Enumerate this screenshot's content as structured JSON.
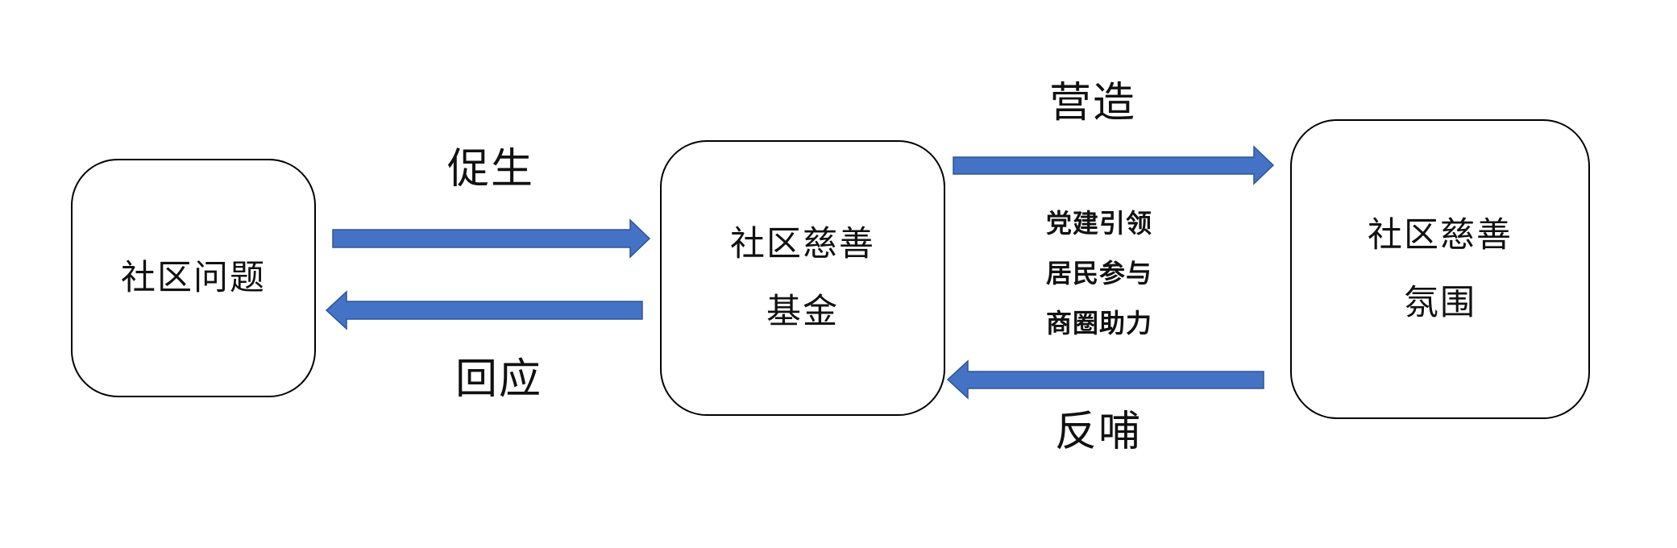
{
  "nodes": {
    "problem": {
      "lines": [
        "社区问题"
      ]
    },
    "fund": {
      "lines": [
        "社区慈善",
        "基金"
      ]
    },
    "atmosphere": {
      "lines": [
        "社区慈善",
        "氛围"
      ]
    }
  },
  "edges": {
    "cusheng": "促生",
    "huiying": "回应",
    "yingzao": "营造",
    "fanbu": "反哺"
  },
  "notes": [
    "党建引领",
    "居民参与",
    "商圈助力"
  ],
  "colors": {
    "arrow_fill": "#4472C4",
    "arrow_stroke": "#2F5597"
  }
}
